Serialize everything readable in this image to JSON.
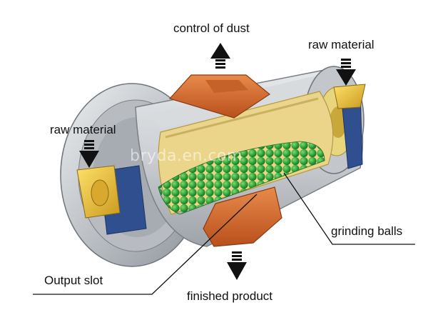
{
  "diagram": {
    "labels": {
      "control_of_dust": "control of dust",
      "raw_material_right": "raw material",
      "raw_material_left": "raw material",
      "grinding_balls": "grinding balls",
      "output_slot": "Output slot",
      "finished_product": "finished product"
    },
    "watermark": "bryda.en.com",
    "colors": {
      "shell": "#c9ccd0",
      "lining": "#e9d27a",
      "balls": "#2fa33a",
      "hopper": "#d96a2a",
      "bearing": "#2f4f8f",
      "feeder": "#f0c73a",
      "arrow": "#111111"
    }
  }
}
